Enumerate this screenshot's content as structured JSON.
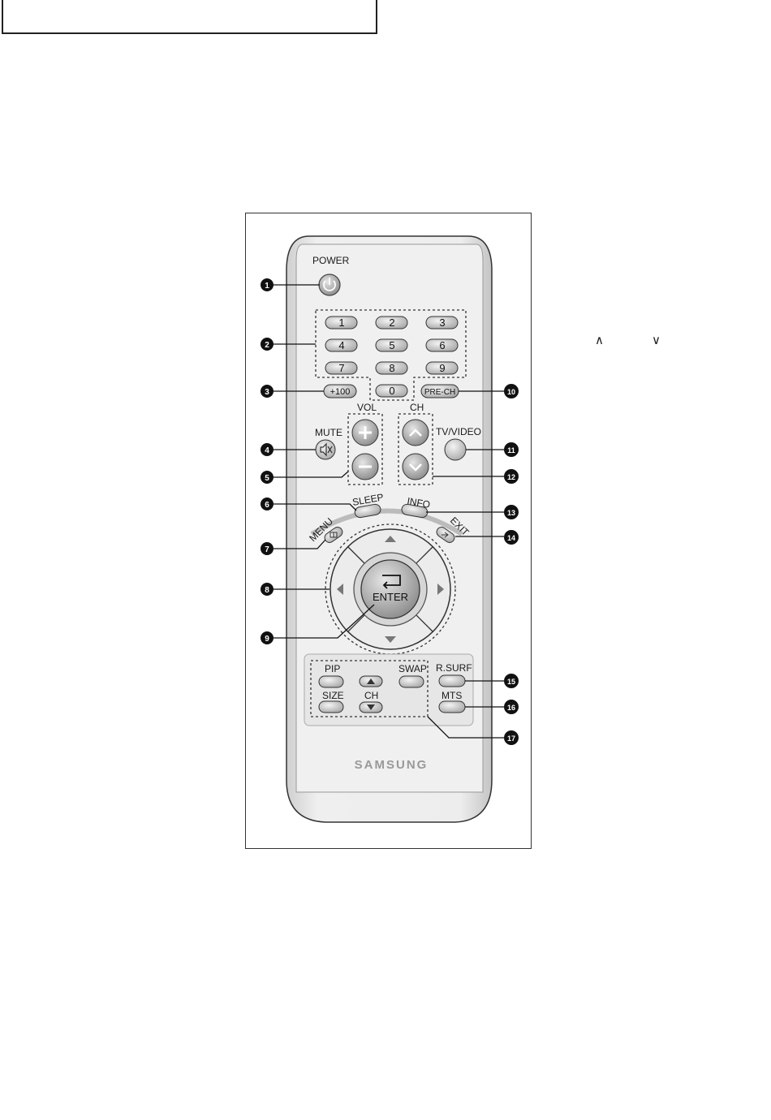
{
  "header": {
    "caret_up": "∧",
    "caret_down": "∨"
  },
  "labels": {
    "power": "POWER",
    "vol": "VOL",
    "ch": "CH",
    "mute": "MUTE",
    "tv_video": "TV/VIDEO",
    "sleep": "SLEEP",
    "info": "INFO",
    "menu": "MENU",
    "exit": "EXIT",
    "enter": "ENTER",
    "pip": "PIP",
    "swap": "SWAP",
    "size": "SIZE",
    "ch_small": "CH",
    "r_surf": "R.SURF",
    "mts": "MTS",
    "brand": "SAMSUNG"
  },
  "keys": {
    "k1": "1",
    "k2": "2",
    "k3": "3",
    "k4": "4",
    "k5": "5",
    "k6": "6",
    "k7": "7",
    "k8": "8",
    "k9": "9",
    "k100": "+100",
    "k0": "0",
    "prech": "PRE-CH"
  },
  "callouts": {
    "c1": "1",
    "c2": "2",
    "c3": "3",
    "c4": "4",
    "c5": "5",
    "c6": "6",
    "c7": "7",
    "c8": "8",
    "c9": "9",
    "c10": "10",
    "c11": "11",
    "c12": "12",
    "c13": "13",
    "c14": "14",
    "c15": "15",
    "c16": "16",
    "c17": "17"
  }
}
